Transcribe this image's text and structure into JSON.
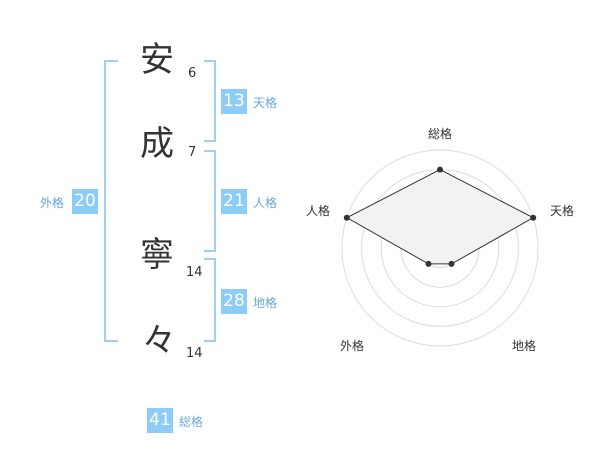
{
  "name": {
    "chars": [
      {
        "char": "安",
        "strokes": "6"
      },
      {
        "char": "成",
        "strokes": "7"
      },
      {
        "char": "寧",
        "strokes": "14"
      },
      {
        "char": "々",
        "strokes": "14"
      }
    ]
  },
  "fortunes": {
    "tenkaku": {
      "value": "13",
      "label": "天格"
    },
    "jinkaku": {
      "value": "21",
      "label": "人格"
    },
    "chikaku": {
      "value": "28",
      "label": "地格"
    },
    "gaikaku": {
      "value": "20",
      "label": "外格"
    },
    "soukaku": {
      "value": "41",
      "label": "総格"
    }
  },
  "colors": {
    "accent": "#8dccf6",
    "bracket": "#9ed0f3",
    "label": "#6aa7d6"
  },
  "chart_data": {
    "type": "radar",
    "axes": [
      "総格",
      "天格",
      "地格",
      "外格",
      "人格"
    ],
    "values": [
      4,
      5,
      1,
      1,
      5
    ],
    "max": 5,
    "rings": 5
  }
}
